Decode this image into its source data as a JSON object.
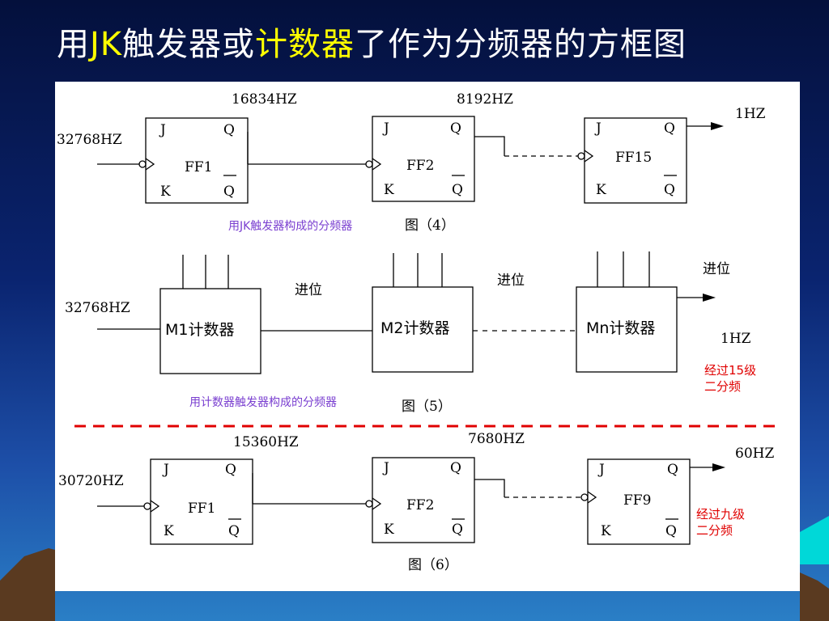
{
  "slide": {
    "title_part1": "用",
    "title_part2": "JK",
    "title_part3": "触发器或",
    "title_part4": "计数器",
    "title_part5": "了作为分频器的方框图"
  },
  "fig4": {
    "input_freq": "32768HZ",
    "freq_ff1_out": "16834HZ",
    "freq_ff2_out": "8192HZ",
    "output_freq": "1HZ",
    "ff1": {
      "j": "J",
      "q": "Q",
      "name": "FF1",
      "k": "K",
      "qbar": "Q"
    },
    "ff2": {
      "j": "J",
      "q": "Q",
      "name": "FF2",
      "k": "K",
      "qbar": "Q"
    },
    "ff3": {
      "j": "J",
      "q": "Q",
      "name": "FF15",
      "k": "K",
      "qbar": "Q"
    },
    "caption": "用JK触发器构成的分频器",
    "fig_label": "图（4）"
  },
  "fig5": {
    "input_freq": "32768HZ",
    "counter1": "M1计数器",
    "counter2": "M2计数器",
    "counter3": "Mn计数器",
    "carry1": "进位",
    "carry2": "进位",
    "carry3": "进位",
    "output_freq": "1HZ",
    "note_line1": "经过15级",
    "note_line2": "二分频",
    "caption": "用计数器触发器构成的分频器",
    "fig_label": "图（5）"
  },
  "fig6": {
    "input_freq": "30720HZ",
    "freq_ff1_out": "15360HZ",
    "freq_ff2_out": "7680HZ",
    "output_freq": "60HZ",
    "ff1": {
      "j": "J",
      "q": "Q",
      "name": "FF1",
      "k": "K",
      "qbar": "Q"
    },
    "ff2": {
      "j": "J",
      "q": "Q",
      "name": "FF2",
      "k": "K",
      "qbar": "Q"
    },
    "ff3": {
      "j": "J",
      "q": "Q",
      "name": "FF9",
      "k": "K",
      "qbar": "Q"
    },
    "note_line1": "经过九级",
    "note_line2": "二分频",
    "fig_label": "图（6）"
  },
  "colors": {
    "title_text": "#ffffff",
    "title_highlight": "#ffff00",
    "purple_caption": "#7a3fd0",
    "red_note": "#e00000",
    "separator": "#e00000"
  }
}
